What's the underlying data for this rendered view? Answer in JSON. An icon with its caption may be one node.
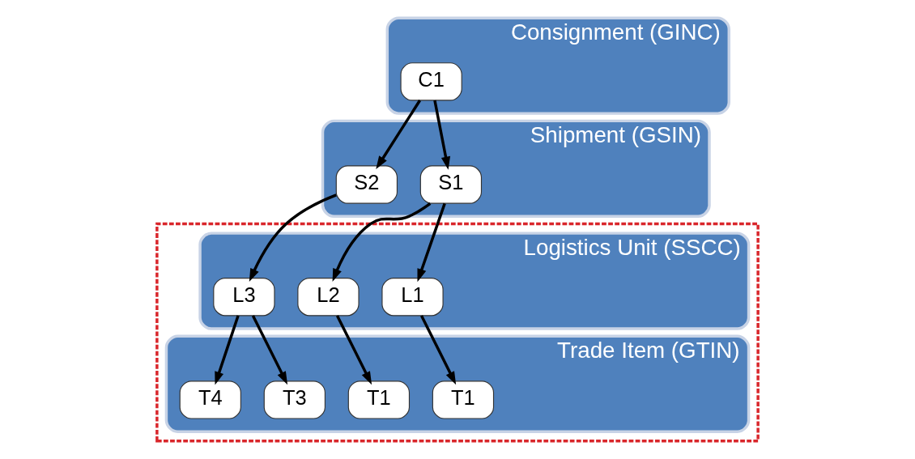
{
  "diagram": {
    "nodes": [
      {
        "text": [
          "Consignment (GINC)"
        ]
      },
      {
        "text": [
          "C1"
        ],
        "in": 0
      },
      {
        "text": [
          "Shipment (GSIN)"
        ]
      },
      {
        "text": [
          "S1"
        ],
        "in": 2
      },
      {
        "text": [
          "S2"
        ],
        "in": 2
      },
      {
        "text": [],
        "shape": "box"
      },
      {
        "text": [
          "Logistics Unit (SSCC)"
        ],
        "in": 5
      },
      {
        "text": [
          "L1"
        ],
        "in": 6
      },
      {
        "text": [
          "L2"
        ],
        "in": 6
      },
      {
        "text": [
          "L3"
        ],
        "in": 6
      },
      {
        "text": [
          "Trade Item (GTIN)"
        ],
        "in": 5
      },
      {
        "text": [
          "T1"
        ],
        "in": 10
      },
      {
        "text": [
          "T1"
        ],
        "in": 10
      },
      {
        "text": [
          "T3"
        ],
        "in": 10
      },
      {
        "text": [
          "T4"
        ],
        "in": 10
      }
    ],
    "edges": [
      {
        "from": 1,
        "to": 3,
        "arrow": "to"
      },
      {
        "from": 1,
        "to": 4,
        "arrow": "to"
      },
      {
        "from": 3,
        "to": 7,
        "arrow": "to"
      },
      {
        "from": 3,
        "to": 8,
        "arrow": "to"
      },
      {
        "from": 4,
        "to": 9,
        "arrow": "to"
      },
      {
        "from": 7,
        "to": 11,
        "arrow": "to"
      },
      {
        "from": 8,
        "to": 12,
        "arrow": "to"
      },
      {
        "from": 9,
        "to": 13,
        "arrow": "to"
      },
      {
        "from": 9,
        "to": 14,
        "arrow": "to"
      }
    ]
  }
}
